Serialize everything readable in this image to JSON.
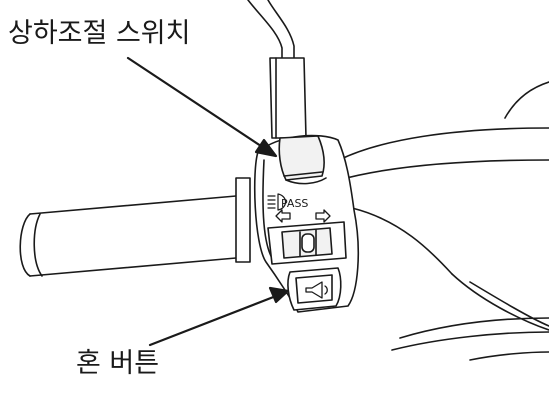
{
  "callouts": {
    "dimmer_switch": "상하조절 스위치",
    "horn_button": "혼 버튼"
  },
  "switch_panel": {
    "pass_label": "PASS"
  },
  "icons": [
    "headlight-beam-icon",
    "turn-left-arrow-icon",
    "turn-right-arrow-icon",
    "horn-icon"
  ],
  "colors": {
    "line": "#1a1a1a",
    "switch_fill": "#f2f2f2",
    "background": "#ffffff"
  }
}
